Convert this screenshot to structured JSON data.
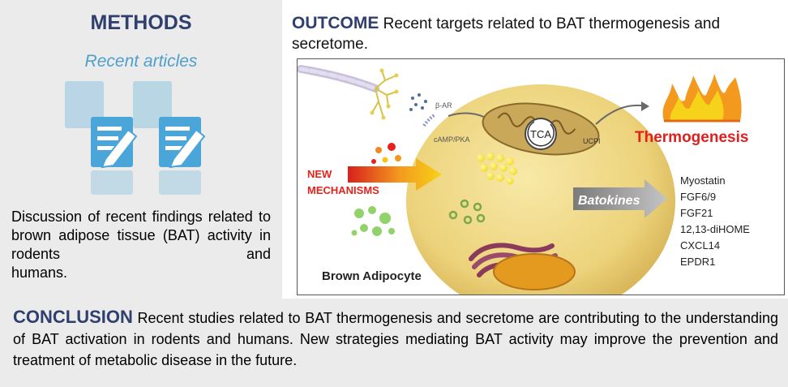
{
  "methods": {
    "title": "METHODS",
    "subtitle": "Recent articles",
    "text": "Discussion of recent findings related to brown adipose tissue (BAT) activity in rodents and",
    "text_last": "humans."
  },
  "outcome": {
    "label": "OUTCOME",
    "text": " Recent targets related to BAT thermogenesis and secretome."
  },
  "diagram": {
    "beta_ar": "β-AR",
    "camp_pka": "cAMP/PKA",
    "tca": "TCA",
    "ucp1": "UCPI",
    "thermogenesis": "Thermogenesis",
    "new": "NEW",
    "mechanisms": "MECHANISMS",
    "batokines": "Batokines",
    "batokine_list": [
      "Myostatin",
      "FGF6/9",
      "FGF21",
      "12,13-diHOME",
      "CXCL14",
      "EPDR1"
    ],
    "cell_label": "Brown Adipocyte"
  },
  "conclusion": {
    "label": "CONCLUSION",
    "text": " Recent studies related to BAT thermogenesis and secretome are contributing to the understanding of BAT activation in rodents and humans. New strategies mediating BAT activity may improve the prevention and treatment of metabolic disease in the future."
  },
  "colors": {
    "title_navy": "#2f3f6e",
    "subtitle_blue": "#4f9fcc",
    "thermogenesis_red": "#e0201e",
    "new_mechanisms_red": "#e4231c",
    "cell_fill": "#f0d98a"
  }
}
